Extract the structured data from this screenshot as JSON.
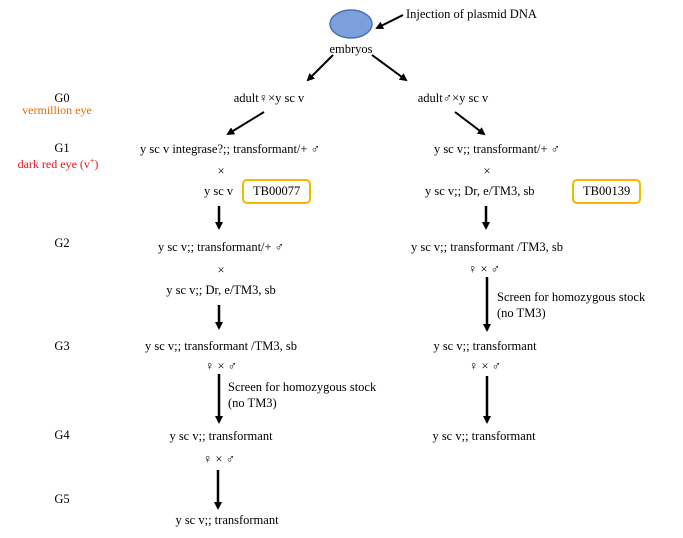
{
  "colors": {
    "embryo_fill": "#7ba0dc",
    "embryo_stroke": "#4a72b8",
    "stock_box_border": "#f5b800",
    "vermillion_label": "#e46c0a",
    "dark_red_label": "#e8141b"
  },
  "top": {
    "injection_label": "Injection of plasmid DNA",
    "embryos_label": "embryos"
  },
  "generations": {
    "g0": "G0",
    "g0_note": "vermillion eye",
    "g1": "G1",
    "g1_note": "dark red eye (v",
    "g1_note_sup": "+",
    "g1_note_close": ")",
    "g2": "G2",
    "g3": "G3",
    "g4": "G4",
    "g5": "G5"
  },
  "left_branch": {
    "g0_cross": "adult♀×y sc v",
    "g1_parent": "y sc v integrase?;; transformant/+ ♂",
    "cross_symbol_1": "×",
    "g1_partner": "y sc v",
    "g1_stock": "TB00077",
    "g2_parent": "y sc v;; transformant/+ ♂",
    "cross_symbol_2": "×",
    "g2_partner": "y sc v;; Dr, e/TM3, sb",
    "g3_parent": "y sc v;; transformant /TM3, sb",
    "g3_cross": "♀ × ♂",
    "screen_line1": "Screen for homozygous stock",
    "screen_line2": "(no TM3)",
    "g4_stock": "y sc v;; transformant",
    "g4_cross": "♀ × ♂",
    "g5_stock": "y sc v;; transformant"
  },
  "right_branch": {
    "g0_cross": "adult♂×y sc v",
    "g1_parent": "y sc v;; transformant/+ ♂",
    "cross_symbol_1": "×",
    "g1_partner": "y sc v;; Dr, e/TM3, sb",
    "g1_stock": "TB00139",
    "g2_parent": "y sc v;; transformant /TM3, sb",
    "g2_cross": "♀ × ♂",
    "screen_line1": "Screen for homozygous stock",
    "screen_line2": "(no TM3)",
    "g3_stock": "y sc v;; transformant",
    "g3_cross": "♀ × ♂",
    "g4_stock": "y sc v;; transformant"
  }
}
